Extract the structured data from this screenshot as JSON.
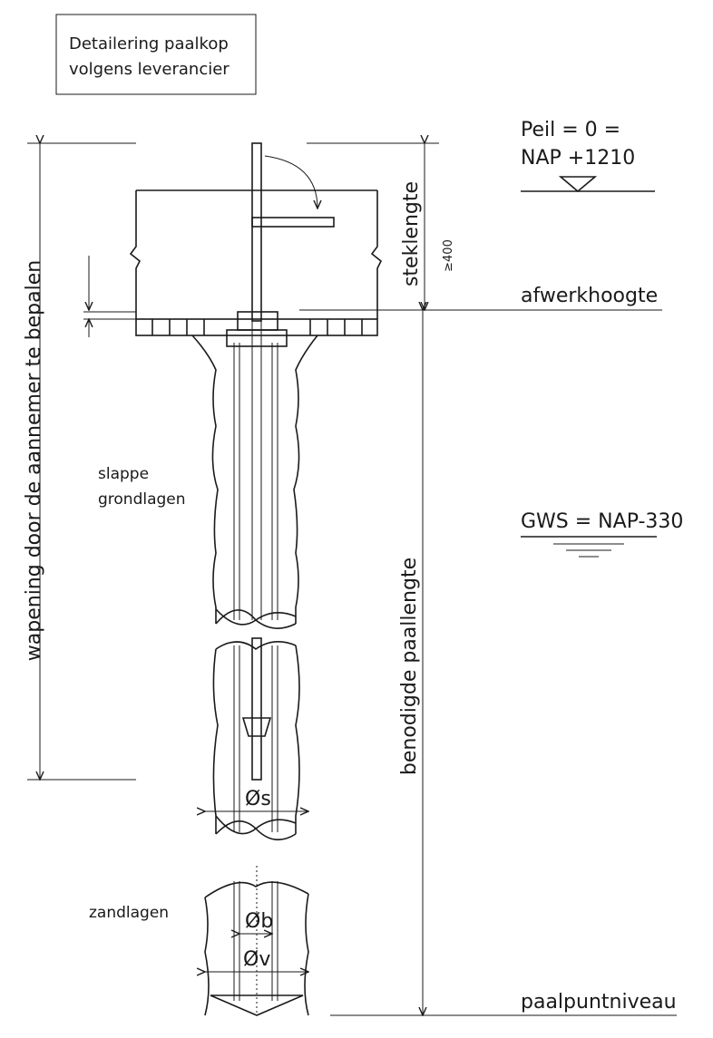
{
  "note_box": {
    "line1": "Detailering paalkop",
    "line2": "volgens leverancier"
  },
  "levels": {
    "peil_line1": "Peil = 0 =",
    "peil_line2": "NAP +1210",
    "afwerkhoogte": "afwerkhoogte",
    "gws": "GWS = NAP-330",
    "paalpuntniveau": "paalpuntniveau"
  },
  "dimensions": {
    "steklengte": "steklengte",
    "min_400": "≥400",
    "wapening": "wapening door de aannemer te bepalen",
    "benodigde_paallengte": "benodigde paallengte"
  },
  "soil": {
    "slappe_line1": "slappe",
    "slappe_line2": "grondlagen",
    "zandlagen": "zandlagen"
  },
  "diameters": {
    "s": "Øs",
    "b": "Øb",
    "v": "Øv"
  }
}
